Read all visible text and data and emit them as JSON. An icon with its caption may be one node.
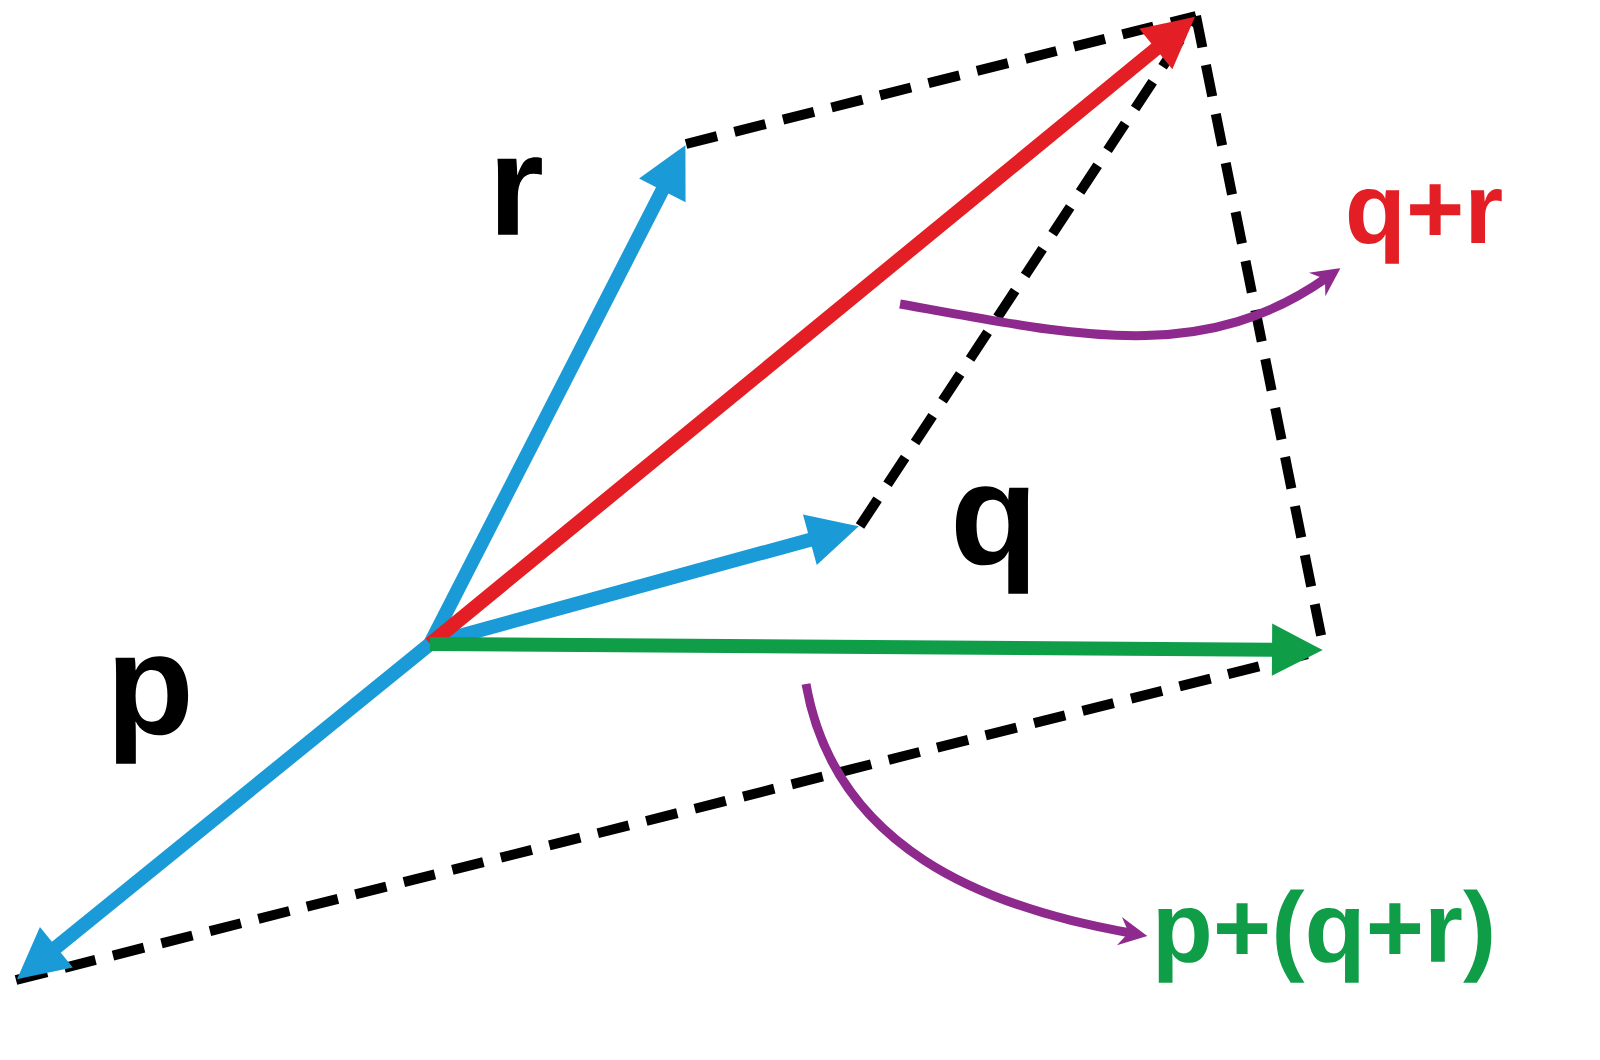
{
  "diagram": {
    "nodes": [
      {
        "text": [
          "q+r"
        ]
      },
      {
        "text": [
          "p+(q+r)"
        ]
      }
    ],
    "edges": [
      {
        "from": null,
        "to": 0,
        "arrow": "to",
        "color": "#8e2a8e"
      },
      {
        "from": null,
        "to": 1,
        "arrow": "to",
        "color": "#8e2a8e"
      }
    ],
    "labels": [
      "r",
      "q",
      "p"
    ]
  }
}
